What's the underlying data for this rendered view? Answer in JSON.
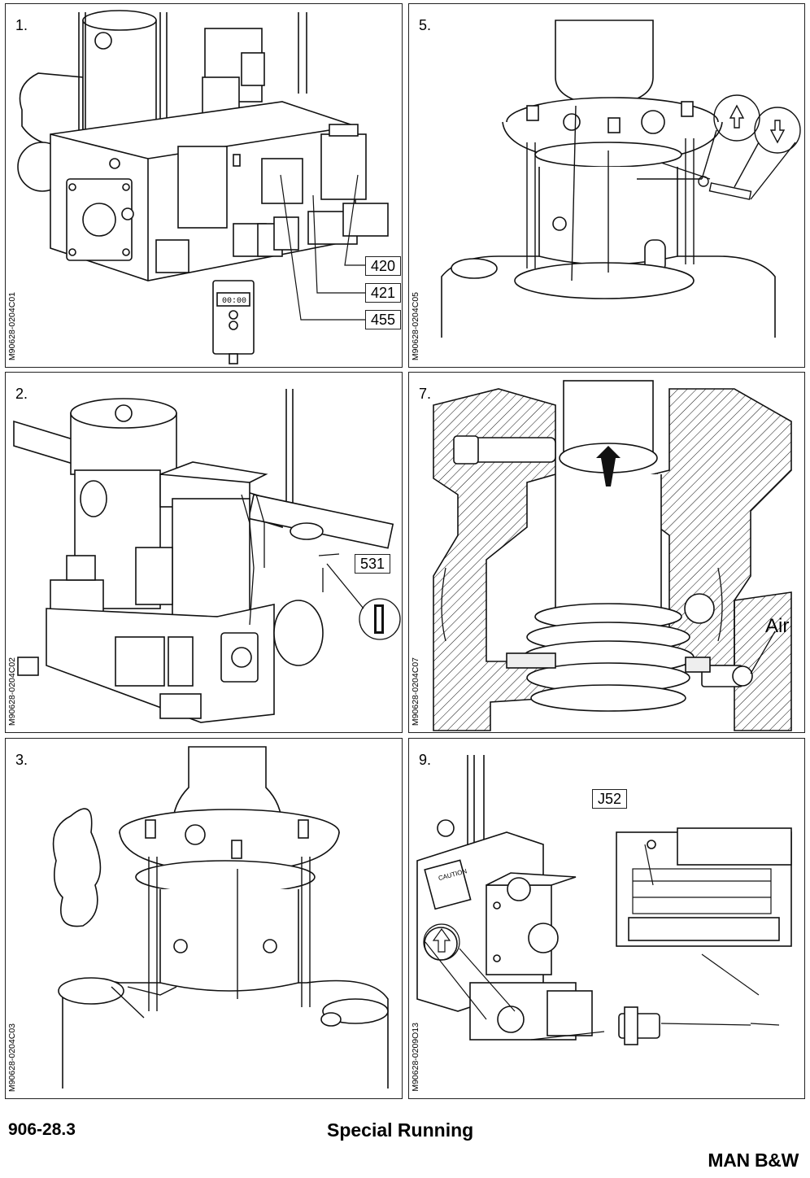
{
  "panels": [
    {
      "number": "1.",
      "code": "M90628-0204C01",
      "callouts": [
        "420",
        "421",
        "455"
      ]
    },
    {
      "number": "5.",
      "code": "M90628-0204C05"
    },
    {
      "number": "2.",
      "code": "M90628-0204C02",
      "callouts": [
        "531"
      ]
    },
    {
      "number": "7.",
      "code": "M90628-0204C07",
      "air_label": "Air"
    },
    {
      "number": "3.",
      "code": "M90628-0204C03"
    },
    {
      "number": "9.",
      "code": "M90628-0209O13",
      "callouts": [
        "J52"
      ]
    }
  ],
  "panel1_device_display": "00:00",
  "panel9_caution_text": "CAUTION",
  "footer": {
    "doc_number": "906-28.3",
    "section_title": "Special Running",
    "brand": "MAN B&W"
  }
}
